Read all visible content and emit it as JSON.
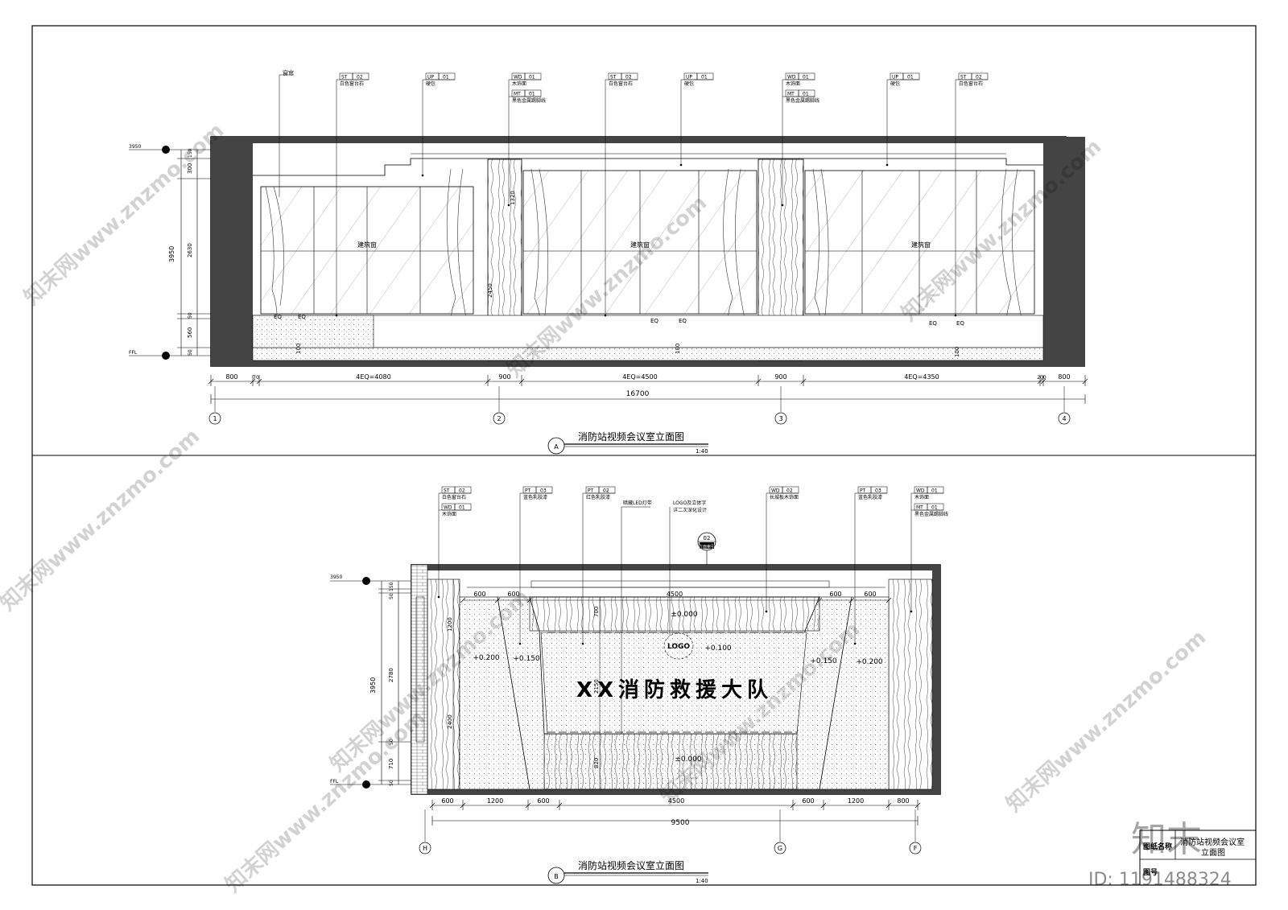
{
  "elevation_a": {
    "title": "消防站视频会议室立面图",
    "scale": "1:40",
    "mark": "A",
    "level_top": "3950",
    "level_floor": "FFL",
    "height_total": "3950",
    "height_segments": [
      "300",
      "2630",
      "560"
    ],
    "height_small": [
      "150",
      "50",
      "50"
    ],
    "dims_bottom": [
      "800",
      "70",
      "4EQ=4080",
      "900",
      "4EQ=4500",
      "900",
      "4EQ=4350",
      "200",
      "800"
    ],
    "dim_total": "16700",
    "axes": [
      "1",
      "2",
      "3",
      "4"
    ],
    "window_label": "建筑窗",
    "curtain_label": "窗帘",
    "eq": "EQ",
    "inner_dims": [
      "1320",
      "2450",
      "100",
      "100",
      "100"
    ],
    "tags": [
      {
        "code": "ST",
        "num": "02",
        "text": "白色窗台石"
      },
      {
        "code": "UP",
        "num": "01",
        "text": "硬包"
      },
      {
        "code": "WD",
        "num": "01",
        "text": "木饰面",
        "code2": "MT",
        "num2": "01",
        "text2": "黑色金属踢脚线"
      },
      {
        "code": "ST",
        "num": "02",
        "text": "白色窗台石"
      },
      {
        "code": "UP",
        "num": "01",
        "text": "硬包"
      },
      {
        "code": "WD",
        "num": "01",
        "text": "木饰面",
        "code2": "MT",
        "num2": "01",
        "text2": "黑色金属踢脚线"
      },
      {
        "code": "UP",
        "num": "01",
        "text": "硬包"
      },
      {
        "code": "ST",
        "num": "02",
        "text": "白色窗台石"
      }
    ]
  },
  "elevation_b": {
    "title": "消防站视频会议室立面图",
    "scale": "1:40",
    "mark": "B",
    "level_top": "3950",
    "level_floor": "FFL",
    "height_total": "3950",
    "height_segments": [
      "2780",
      "710"
    ],
    "height_small": [
      "150",
      "50",
      "50",
      "50"
    ],
    "inner_dims": [
      "1200",
      "2400",
      "2150",
      "700",
      "820"
    ],
    "dims_top": [
      "600",
      "600",
      "4500",
      "600",
      "600"
    ],
    "dims_bottom": [
      "600",
      "1200",
      "600",
      "4500",
      "600",
      "1200",
      "800"
    ],
    "dim_total": "9500",
    "axes": [
      "H",
      "G",
      "F"
    ],
    "slogan": "XX消防救援大队",
    "logo": "LOGO",
    "levels": [
      "±0.000",
      "+0.100",
      "+0.200",
      "+0.150",
      "+0.150",
      "+0.200",
      "±0.000"
    ],
    "callout_num": "02",
    "callout_sub": "立面索引",
    "led_note": "暗藏LED灯带",
    "logo_note_1": "LOGO及立体字",
    "logo_note_2": "详二次深化设计",
    "tags": [
      {
        "code": "ST",
        "num": "02",
        "text": "白色窗台石",
        "code2": "WD",
        "num2": "01",
        "text2": "木饰面"
      },
      {
        "code": "PT",
        "num": "03",
        "text": "蓝色乳胶漆"
      },
      {
        "code": "PT",
        "num": "02",
        "text": "红色乳胶漆"
      },
      {
        "code": "WD",
        "num": "02",
        "text": "长城板木饰面"
      },
      {
        "code": "PT",
        "num": "03",
        "text": "蓝色乳胶漆"
      },
      {
        "code": "WD",
        "num": "01",
        "text": "木饰面",
        "code2": "MT",
        "num2": "01",
        "text2": "黑色金属踢脚线"
      }
    ]
  },
  "title_block": {
    "label": "图纸名称",
    "name_line1": "消防站视频会议室",
    "name_line2": "立面图",
    "sheet_label": "图号"
  },
  "watermark": {
    "brand": "知末",
    "site": "知末网www.znzmo.com",
    "id": "ID: 1191488324"
  }
}
